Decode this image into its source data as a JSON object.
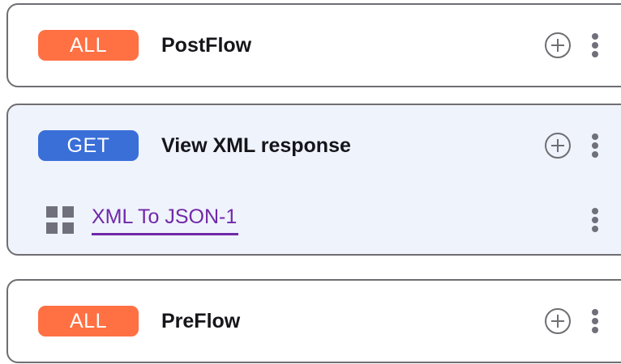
{
  "colors": {
    "badge_all": "#ff7043",
    "badge_get": "#3a6fd8",
    "selected_card_bg": "#eff3fc",
    "card_border": "#6e6e73",
    "policy_link": "#7029a8",
    "icon_gray": "#70707c",
    "title_text": "#15151a"
  },
  "flows": [
    {
      "id": "postflow",
      "selected": false,
      "badge": {
        "label": "ALL",
        "variant": "all"
      },
      "title": "PostFlow",
      "add_icon": "circle-plus-icon",
      "menu_icon": "kebab-menu-icon",
      "policies": []
    },
    {
      "id": "view-xml-response",
      "selected": true,
      "badge": {
        "label": "GET",
        "variant": "get"
      },
      "title": "View XML response",
      "add_icon": "circle-plus-icon",
      "menu_icon": "kebab-menu-icon",
      "policies": [
        {
          "id": "xml-to-json-1",
          "icon": "grid-2x2-icon",
          "label": "XML To JSON-1",
          "menu_icon": "kebab-menu-icon"
        }
      ]
    },
    {
      "id": "preflow",
      "selected": false,
      "badge": {
        "label": "ALL",
        "variant": "all"
      },
      "title": "PreFlow",
      "add_icon": "circle-plus-icon",
      "menu_icon": "kebab-menu-icon",
      "policies": []
    }
  ]
}
